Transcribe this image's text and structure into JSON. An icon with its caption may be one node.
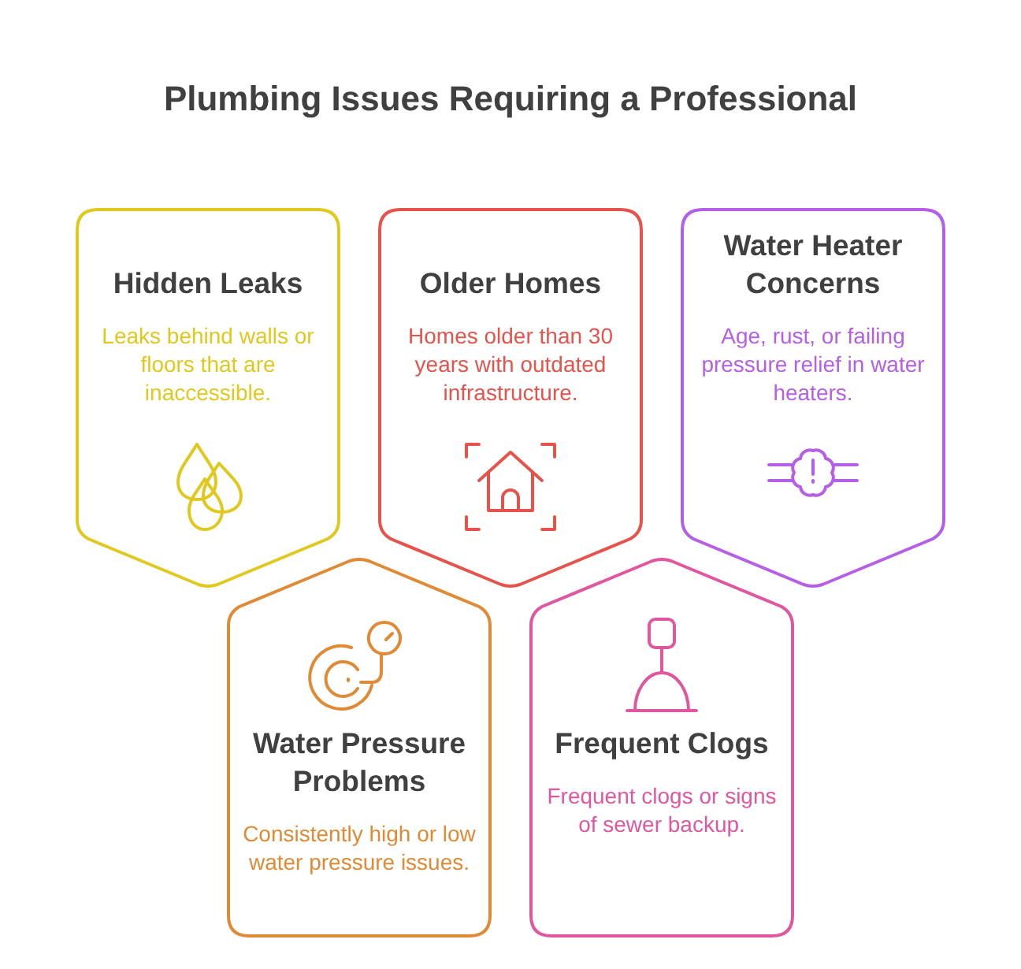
{
  "diagram": {
    "title": "Plumbing Issues Requiring a Professional",
    "nodes": [
      {
        "text": [
          "Hidden Leaks",
          "Leaks behind walls or floors that are inaccessible."
        ]
      },
      {
        "text": [
          "Older Homes",
          "Homes older than 30 years with outdated infrastructure."
        ]
      },
      {
        "text": [
          "Water Heater Concerns",
          "Age, rust, or failing pressure relief in water heaters."
        ]
      },
      {
        "text": [
          "Water Pressure Problems",
          "Consistently high or low water pressure issues."
        ]
      },
      {
        "text": [
          "Frequent Clogs",
          "Frequent clogs or signs of sewer backup."
        ]
      }
    ]
  }
}
